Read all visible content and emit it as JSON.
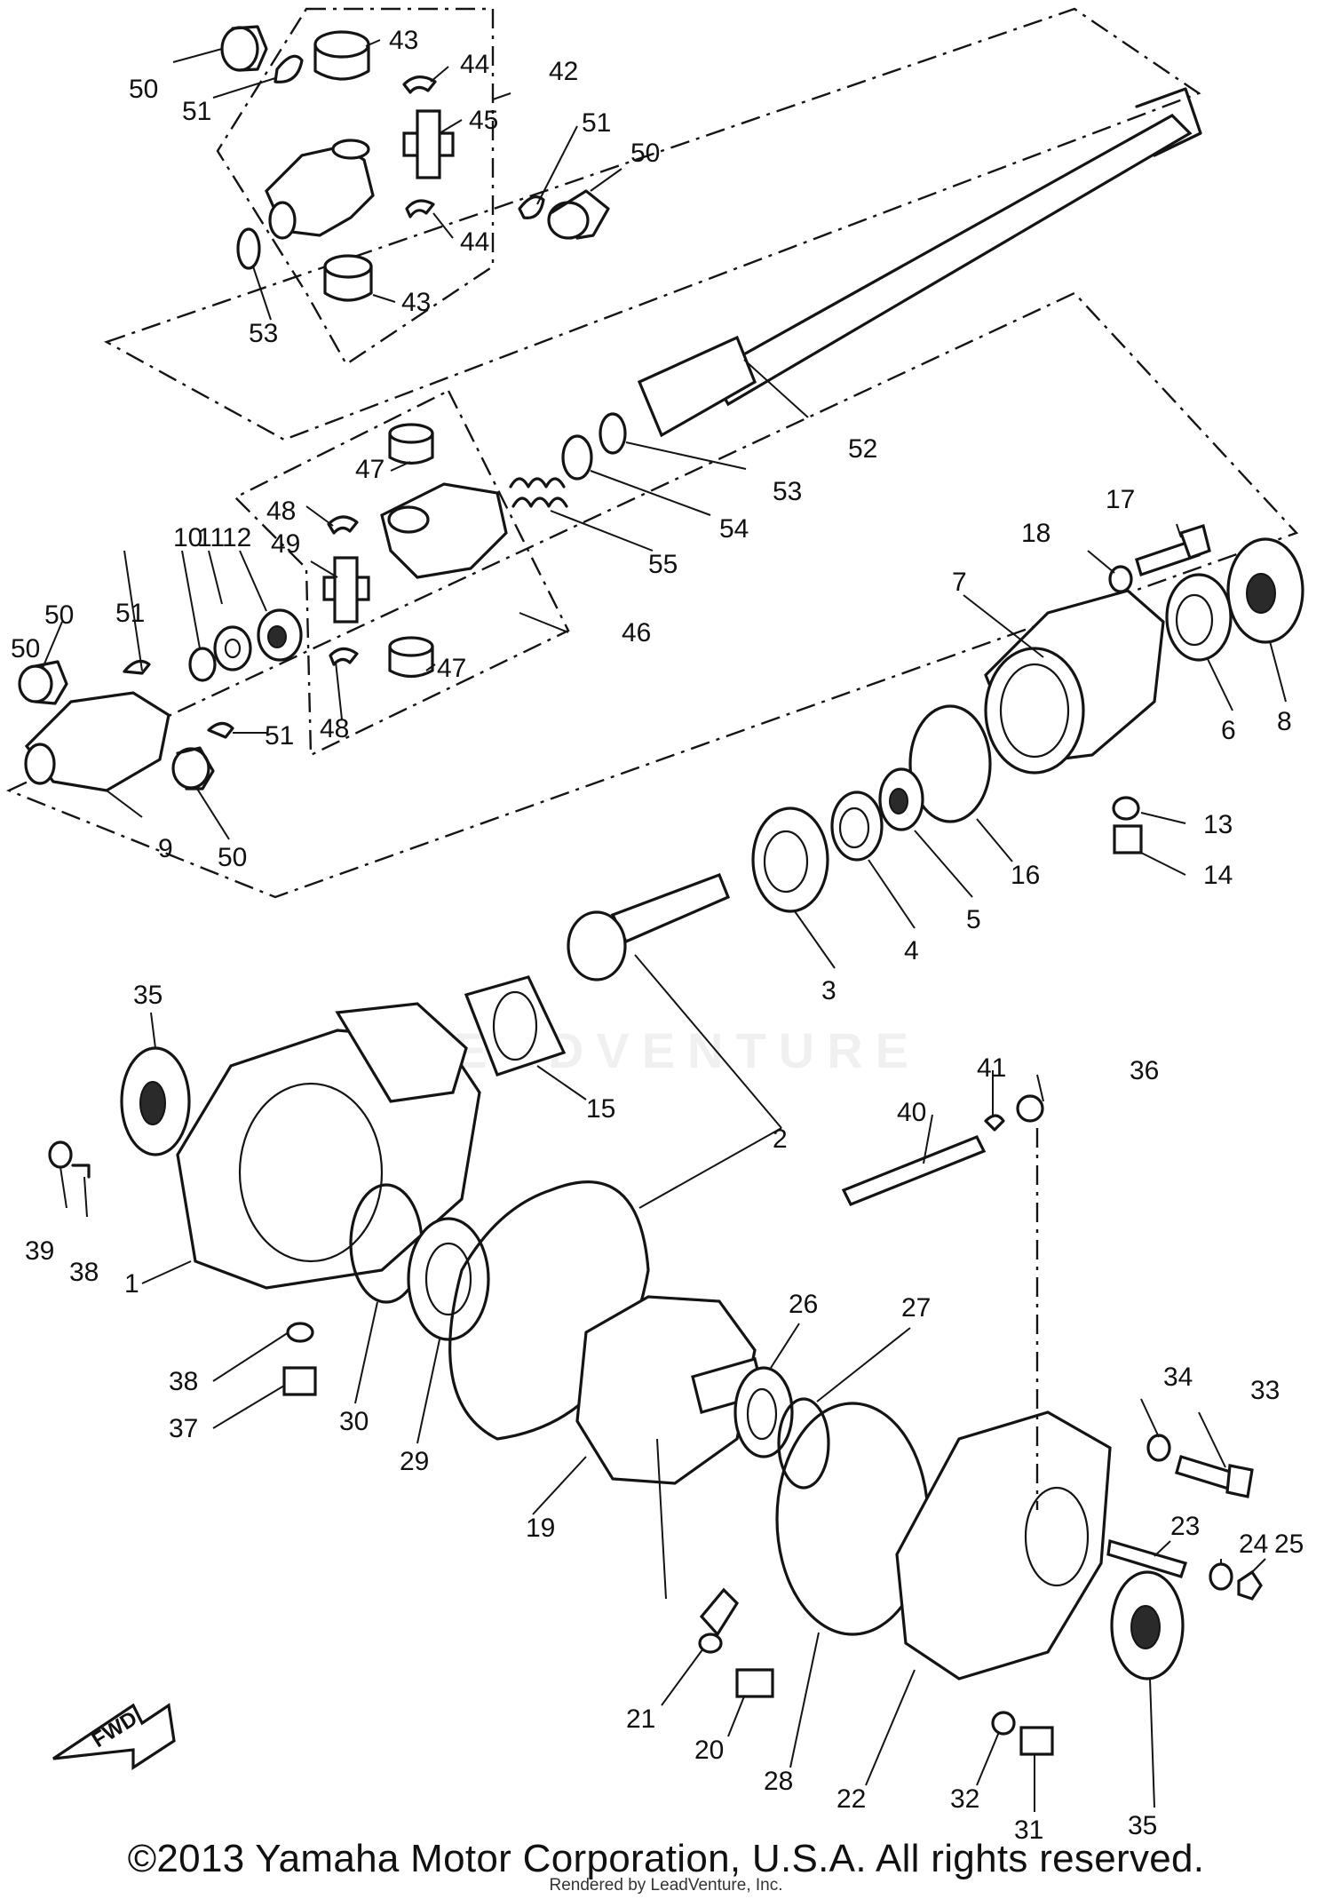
{
  "callouts": [
    "1",
    "2",
    "3",
    "4",
    "5",
    "6",
    "7",
    "8",
    "9",
    "10",
    "11",
    "12",
    "13",
    "14",
    "15",
    "16",
    "17",
    "18",
    "19",
    "20",
    "21",
    "22",
    "23",
    "24",
    "25",
    "26",
    "27",
    "28",
    "29",
    "30",
    "31",
    "32",
    "33",
    "34",
    "35",
    "35",
    "36",
    "37",
    "38",
    "38",
    "39",
    "40",
    "41",
    "42",
    "43",
    "43",
    "44",
    "44",
    "45",
    "46",
    "47",
    "47",
    "48",
    "48",
    "49",
    "50",
    "50",
    "50",
    "50",
    "50",
    "51",
    "51",
    "51",
    "51",
    "52",
    "53",
    "53",
    "54",
    "55"
  ],
  "fwd_label": "FWD",
  "watermark": "LEADVENTURE",
  "copyright": "©2013 Yamaha Motor Corporation, U.S.A. All rights reserved.",
  "rendered_by": "Rendered by LeadVenture, Inc."
}
